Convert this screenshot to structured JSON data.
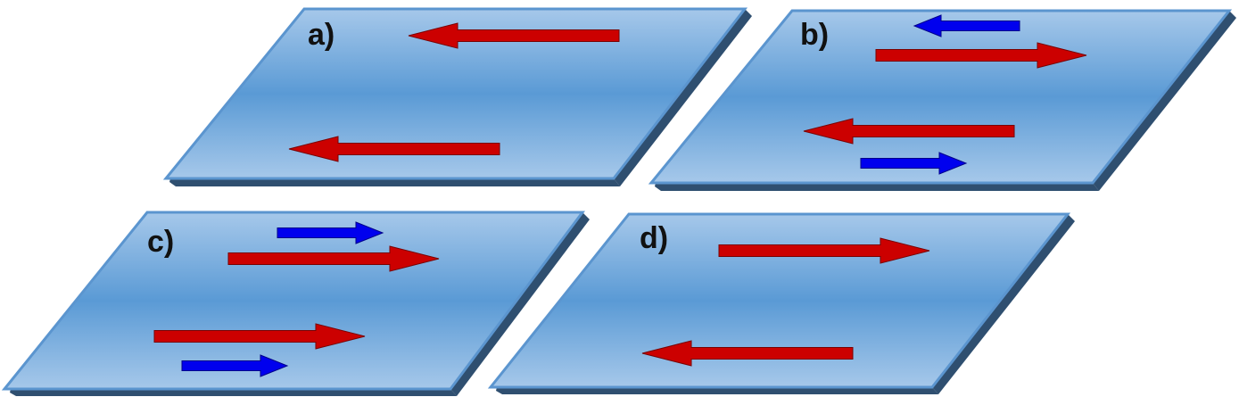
{
  "colors": {
    "plane_light": "#a6c8ea",
    "plane_mid": "#5a9ad5",
    "plane_border": "#5b95cf",
    "plane_shadow": "#2f4f70",
    "arrow_red": "#cc0000",
    "arrow_red_outline": "#7a0000",
    "arrow_blue": "#0000ee",
    "arrow_blue_outline": "#00008a",
    "label": "#111111"
  },
  "panels": [
    {
      "label": "a)",
      "arrows": [
        {
          "color": "red",
          "direction": "left",
          "size": "long"
        },
        {
          "color": "red",
          "direction": "left",
          "size": "long"
        }
      ]
    },
    {
      "label": "b)",
      "arrows": [
        {
          "color": "blue",
          "direction": "left",
          "size": "short"
        },
        {
          "color": "red",
          "direction": "right",
          "size": "long"
        },
        {
          "color": "red",
          "direction": "left",
          "size": "long"
        },
        {
          "color": "blue",
          "direction": "right",
          "size": "short"
        }
      ]
    },
    {
      "label": "c)",
      "arrows": [
        {
          "color": "blue",
          "direction": "right",
          "size": "short"
        },
        {
          "color": "red",
          "direction": "right",
          "size": "long"
        },
        {
          "color": "red",
          "direction": "right",
          "size": "long"
        },
        {
          "color": "blue",
          "direction": "right",
          "size": "short"
        }
      ]
    },
    {
      "label": "d)",
      "arrows": [
        {
          "color": "red",
          "direction": "right",
          "size": "long"
        },
        {
          "color": "red",
          "direction": "left",
          "size": "long"
        }
      ]
    }
  ]
}
